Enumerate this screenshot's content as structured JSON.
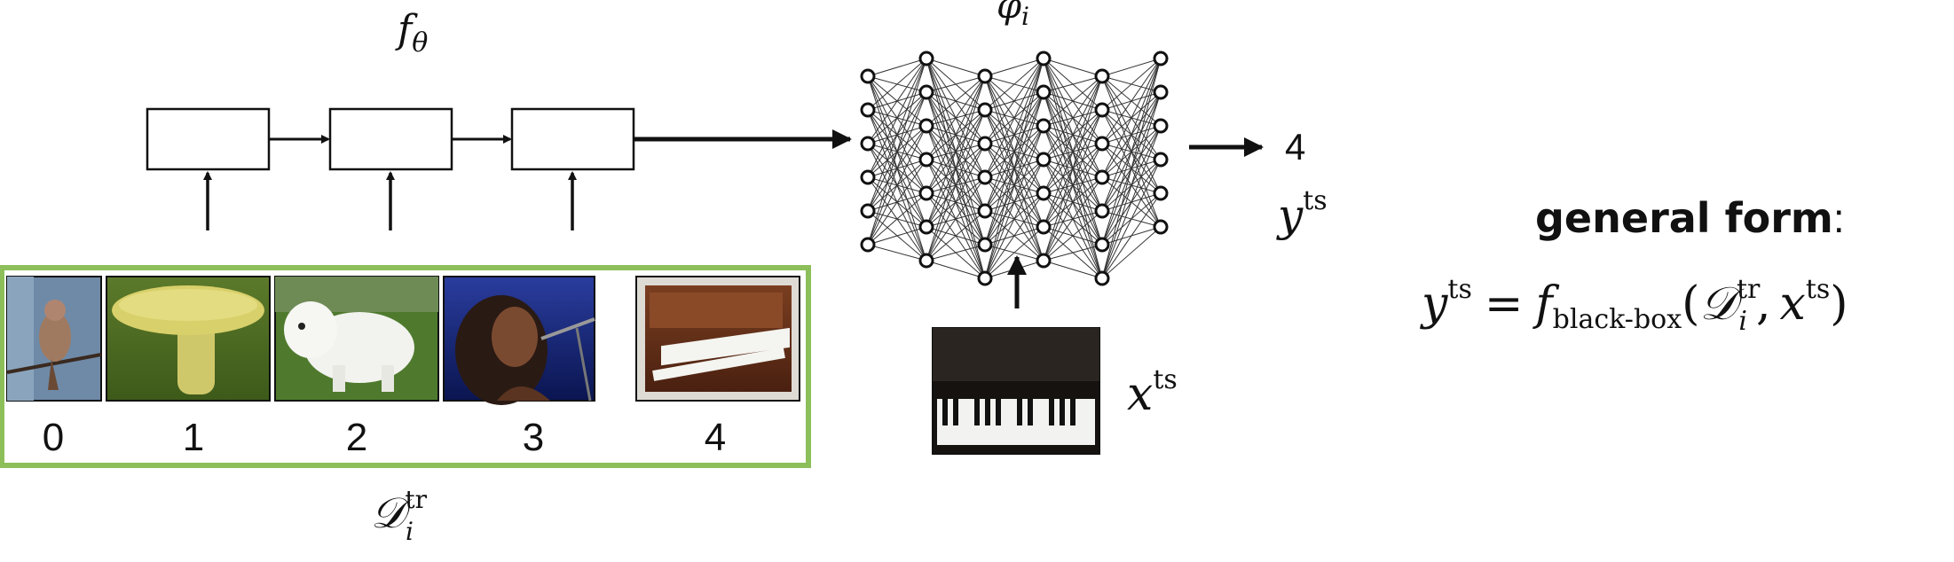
{
  "rnn": {
    "function_symbol": "f",
    "function_subscript": "θ"
  },
  "support_set": {
    "labels": [
      "0",
      "1",
      "2",
      "3",
      "4"
    ],
    "images": [
      "bird-photo",
      "mushroom-photo",
      "white-dog-photo",
      "singer-photo",
      "piano-photo"
    ],
    "border_color": "#8cbf5a",
    "name_symbol": "𝒟",
    "name_subscript": "i",
    "name_superscript": "tr"
  },
  "network": {
    "param_symbol": "φ",
    "param_subscript": "i"
  },
  "output": {
    "value": "4",
    "symbol": "y",
    "superscript": "ts"
  },
  "query": {
    "image": "piano-keys-photo",
    "symbol": "x",
    "superscript": "ts"
  },
  "general_form": {
    "heading": "general form",
    "colon": ":",
    "eq_lhs": "y",
    "eq_lhs_sup": "ts",
    "eq_equals": "=",
    "eq_f": "f",
    "eq_f_sub": "black-box",
    "eq_open": "(",
    "eq_D": "𝒟",
    "eq_D_sub": "i",
    "eq_D_sup": "tr",
    "eq_comma": ",",
    "eq_x": "x",
    "eq_x_sup": "ts",
    "eq_close": ")"
  }
}
